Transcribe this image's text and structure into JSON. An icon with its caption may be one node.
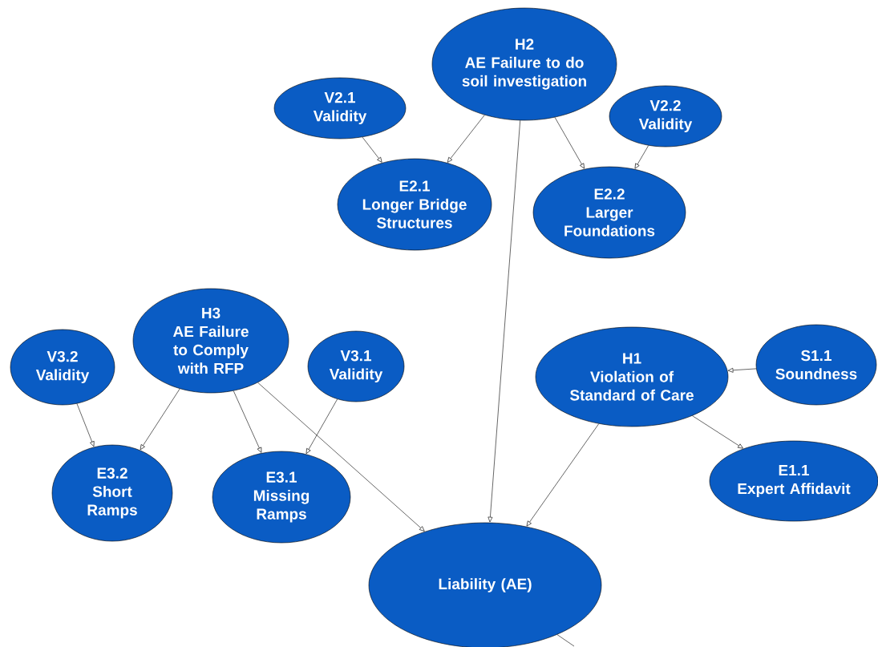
{
  "diagram": {
    "nodes": [
      {
        "text": [
          "H2",
          "AE Failure to do soil investigation"
        ]
      },
      {
        "text": [
          "V2.1",
          "Validity"
        ]
      },
      {
        "text": [
          "V2.2",
          "Validity"
        ]
      },
      {
        "text": [
          "E2.1",
          "Longer Bridge Structures"
        ]
      },
      {
        "text": [
          "E2.2",
          "Larger Foundations"
        ]
      },
      {
        "text": [
          "H3",
          "AE Failure to Comply with RFP"
        ]
      },
      {
        "text": [
          "V3.2",
          "Validity"
        ]
      },
      {
        "text": [
          "V3.1",
          "Validity"
        ]
      },
      {
        "text": [
          "H1",
          "Violation of Standard of Care"
        ]
      },
      {
        "text": [
          "S1.1",
          "Soundness"
        ]
      },
      {
        "text": [
          "E3.2",
          "Short Ramps"
        ]
      },
      {
        "text": [
          "E3.1",
          "Missing Ramps"
        ]
      },
      {
        "text": [
          "E1.1",
          "Expert Affidavit"
        ]
      },
      {
        "text": [
          "Liability  (AE)"
        ]
      }
    ],
    "edges": [
      {
        "from": 1,
        "to": 3,
        "arrow": "to"
      },
      {
        "from": 0,
        "to": 3,
        "arrow": "to"
      },
      {
        "from": 0,
        "to": 4,
        "arrow": "to"
      },
      {
        "from": 2,
        "to": 4,
        "arrow": "to"
      },
      {
        "from": 0,
        "to": 13,
        "arrow": "to"
      },
      {
        "from": 6,
        "to": 10,
        "arrow": "to"
      },
      {
        "from": 5,
        "to": 10,
        "arrow": "to"
      },
      {
        "from": 5,
        "to": 11,
        "arrow": "to"
      },
      {
        "from": 7,
        "to": 11,
        "arrow": "to"
      },
      {
        "from": 5,
        "to": 13,
        "arrow": "to"
      },
      {
        "from": 9,
        "to": 8,
        "arrow": "to"
      },
      {
        "from": 8,
        "to": 12,
        "arrow": "to"
      },
      {
        "from": 8,
        "to": 13,
        "arrow": "to"
      },
      {
        "from": 13,
        "to": null,
        "arrow": "none"
      }
    ]
  }
}
